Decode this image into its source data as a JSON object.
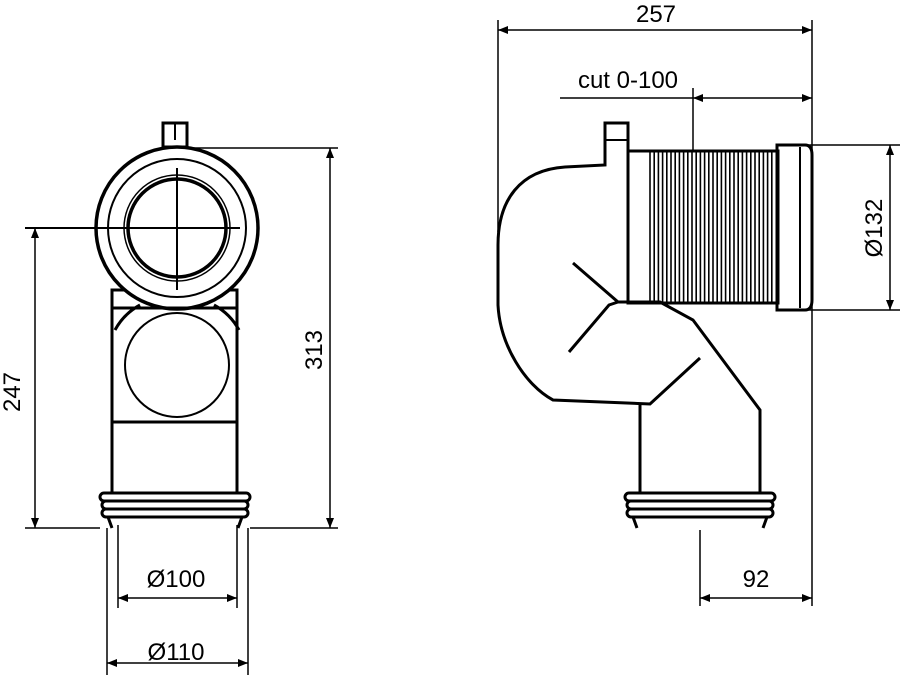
{
  "drawing": {
    "front_view": {
      "dim_height_total": "313",
      "dim_height_axis": "247",
      "dim_inner_diameter": "Ø100",
      "dim_outer_diameter": "Ø110"
    },
    "side_view": {
      "dim_width_total": "257",
      "dim_cut_range": "cut 0-100",
      "dim_collar_diameter": "Ø132",
      "dim_outlet_offset": "92"
    },
    "colors": {
      "line": "#000000",
      "background": "#ffffff"
    }
  }
}
